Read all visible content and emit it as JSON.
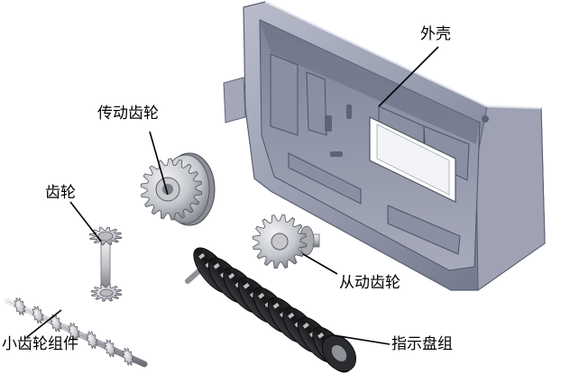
{
  "labels": {
    "housing": "外壳",
    "transmission_gear": "传动齿轮",
    "gear": "齿轮",
    "driven_gear": "从动齿轮",
    "small_gear_assembly": "小齿轮组件",
    "indicator_dial_set": "指示盘组"
  },
  "colors": {
    "housing_base": "#8f94a8",
    "housing_light": "#c4c8d6",
    "housing_dark": "#5d6275",
    "metal_light": "#e6e7ea",
    "metal_mid": "#b9bcc3",
    "dial_dark": "#1f2022",
    "leader_line": "#000000"
  }
}
